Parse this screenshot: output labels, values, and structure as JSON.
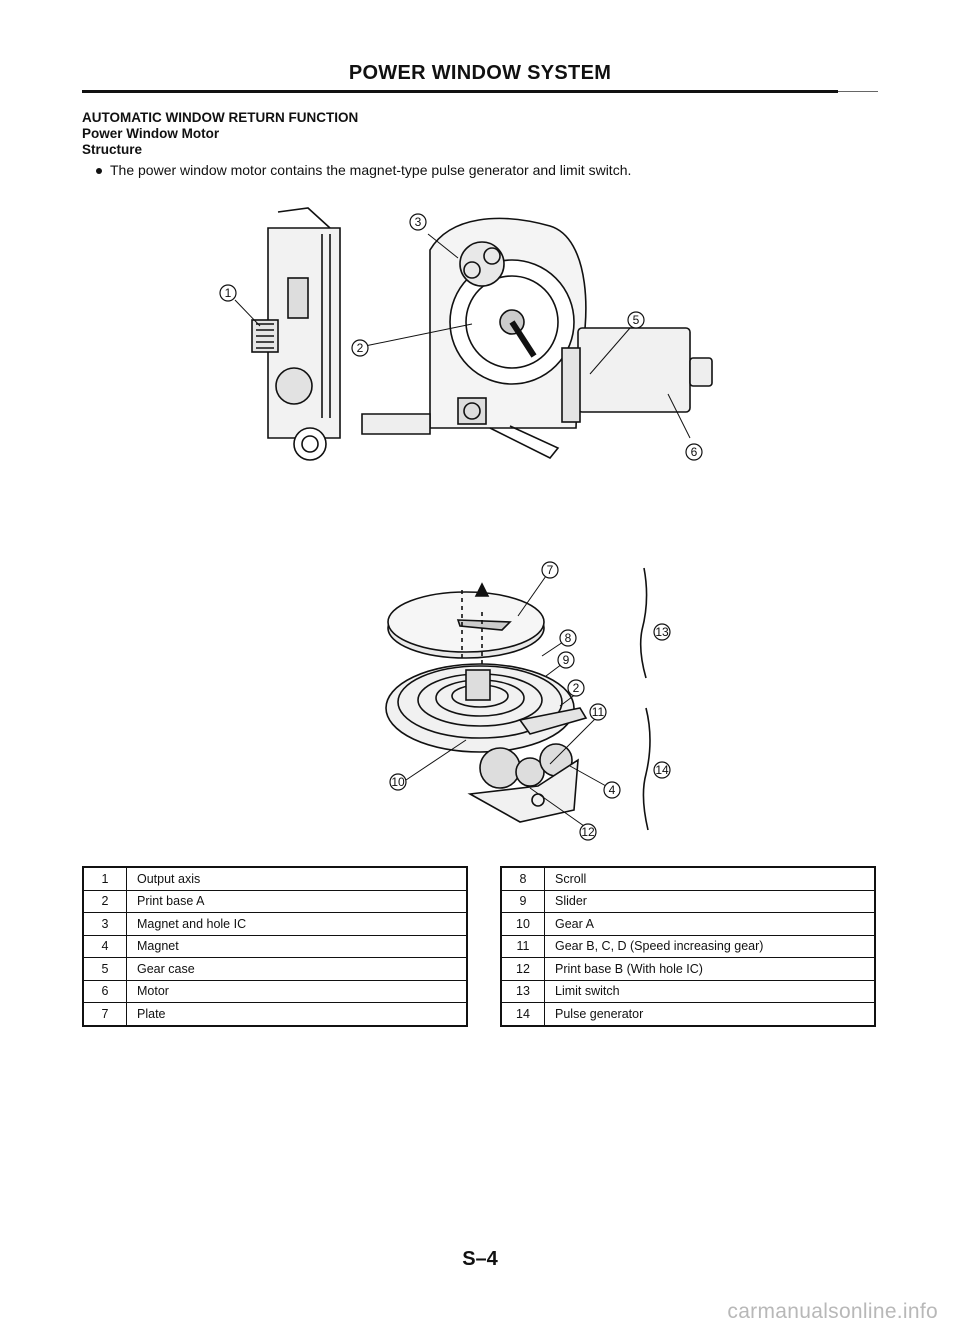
{
  "header": {
    "title": "POWER WINDOW SYSTEM"
  },
  "section": {
    "heading1": "AUTOMATIC WINDOW RETURN FUNCTION",
    "heading2": "Power Window Motor",
    "heading3": "Structure",
    "bullet": "The power window motor contains the magnet-type pulse generator and limit switch."
  },
  "figure1": {
    "callouts": [
      "1",
      "2",
      "3",
      "5",
      "6"
    ]
  },
  "figure2": {
    "callouts": [
      "7",
      "8",
      "9",
      "2",
      "11",
      "10",
      "4",
      "12",
      "13",
      "14"
    ]
  },
  "legend_left": [
    {
      "num": "1",
      "label": "Output axis"
    },
    {
      "num": "2",
      "label": "Print base A"
    },
    {
      "num": "3",
      "label": "Magnet and hole IC"
    },
    {
      "num": "4",
      "label": "Magnet"
    },
    {
      "num": "5",
      "label": "Gear case"
    },
    {
      "num": "6",
      "label": "Motor"
    },
    {
      "num": "7",
      "label": "Plate"
    }
  ],
  "legend_right": [
    {
      "num": "8",
      "label": "Scroll"
    },
    {
      "num": "9",
      "label": "Slider"
    },
    {
      "num": "10",
      "label": "Gear A"
    },
    {
      "num": "11",
      "label": "Gear B, C, D (Speed increasing gear)"
    },
    {
      "num": "12",
      "label": "Print base B (With hole IC)"
    },
    {
      "num": "13",
      "label": "Limit switch"
    },
    {
      "num": "14",
      "label": "Pulse generator"
    }
  ],
  "footer": {
    "page": "S–4"
  },
  "watermark": "carmanualsonline.info"
}
